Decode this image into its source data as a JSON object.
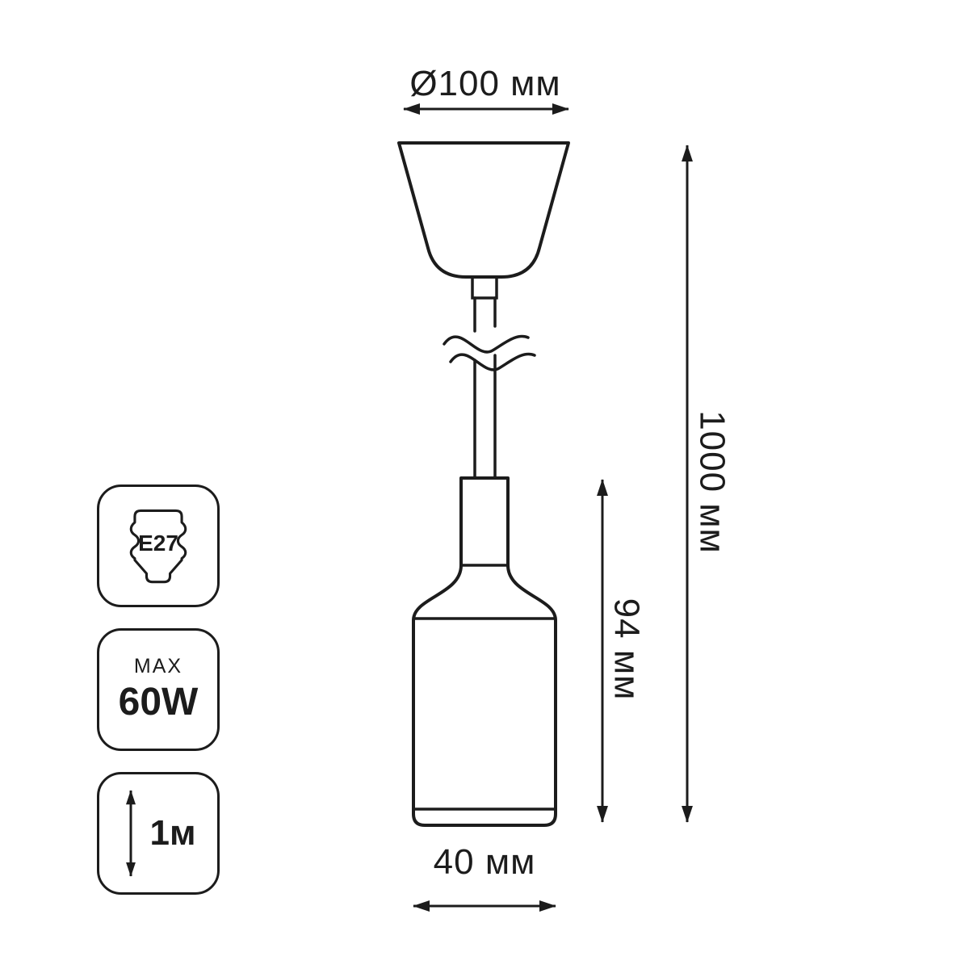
{
  "colors": {
    "line": "#1c1c1c",
    "background": "#ffffff"
  },
  "diagram": {
    "labels": {
      "cup_diameter": "Ø100 мм",
      "total_length": "1000 мм",
      "socket_length": "94 мм",
      "socket_diameter": "40 мм"
    }
  },
  "badges": {
    "socket": {
      "type": "E27"
    },
    "power": {
      "prefix": "MAX",
      "value": "60W"
    },
    "cord": {
      "length": "1м"
    }
  }
}
